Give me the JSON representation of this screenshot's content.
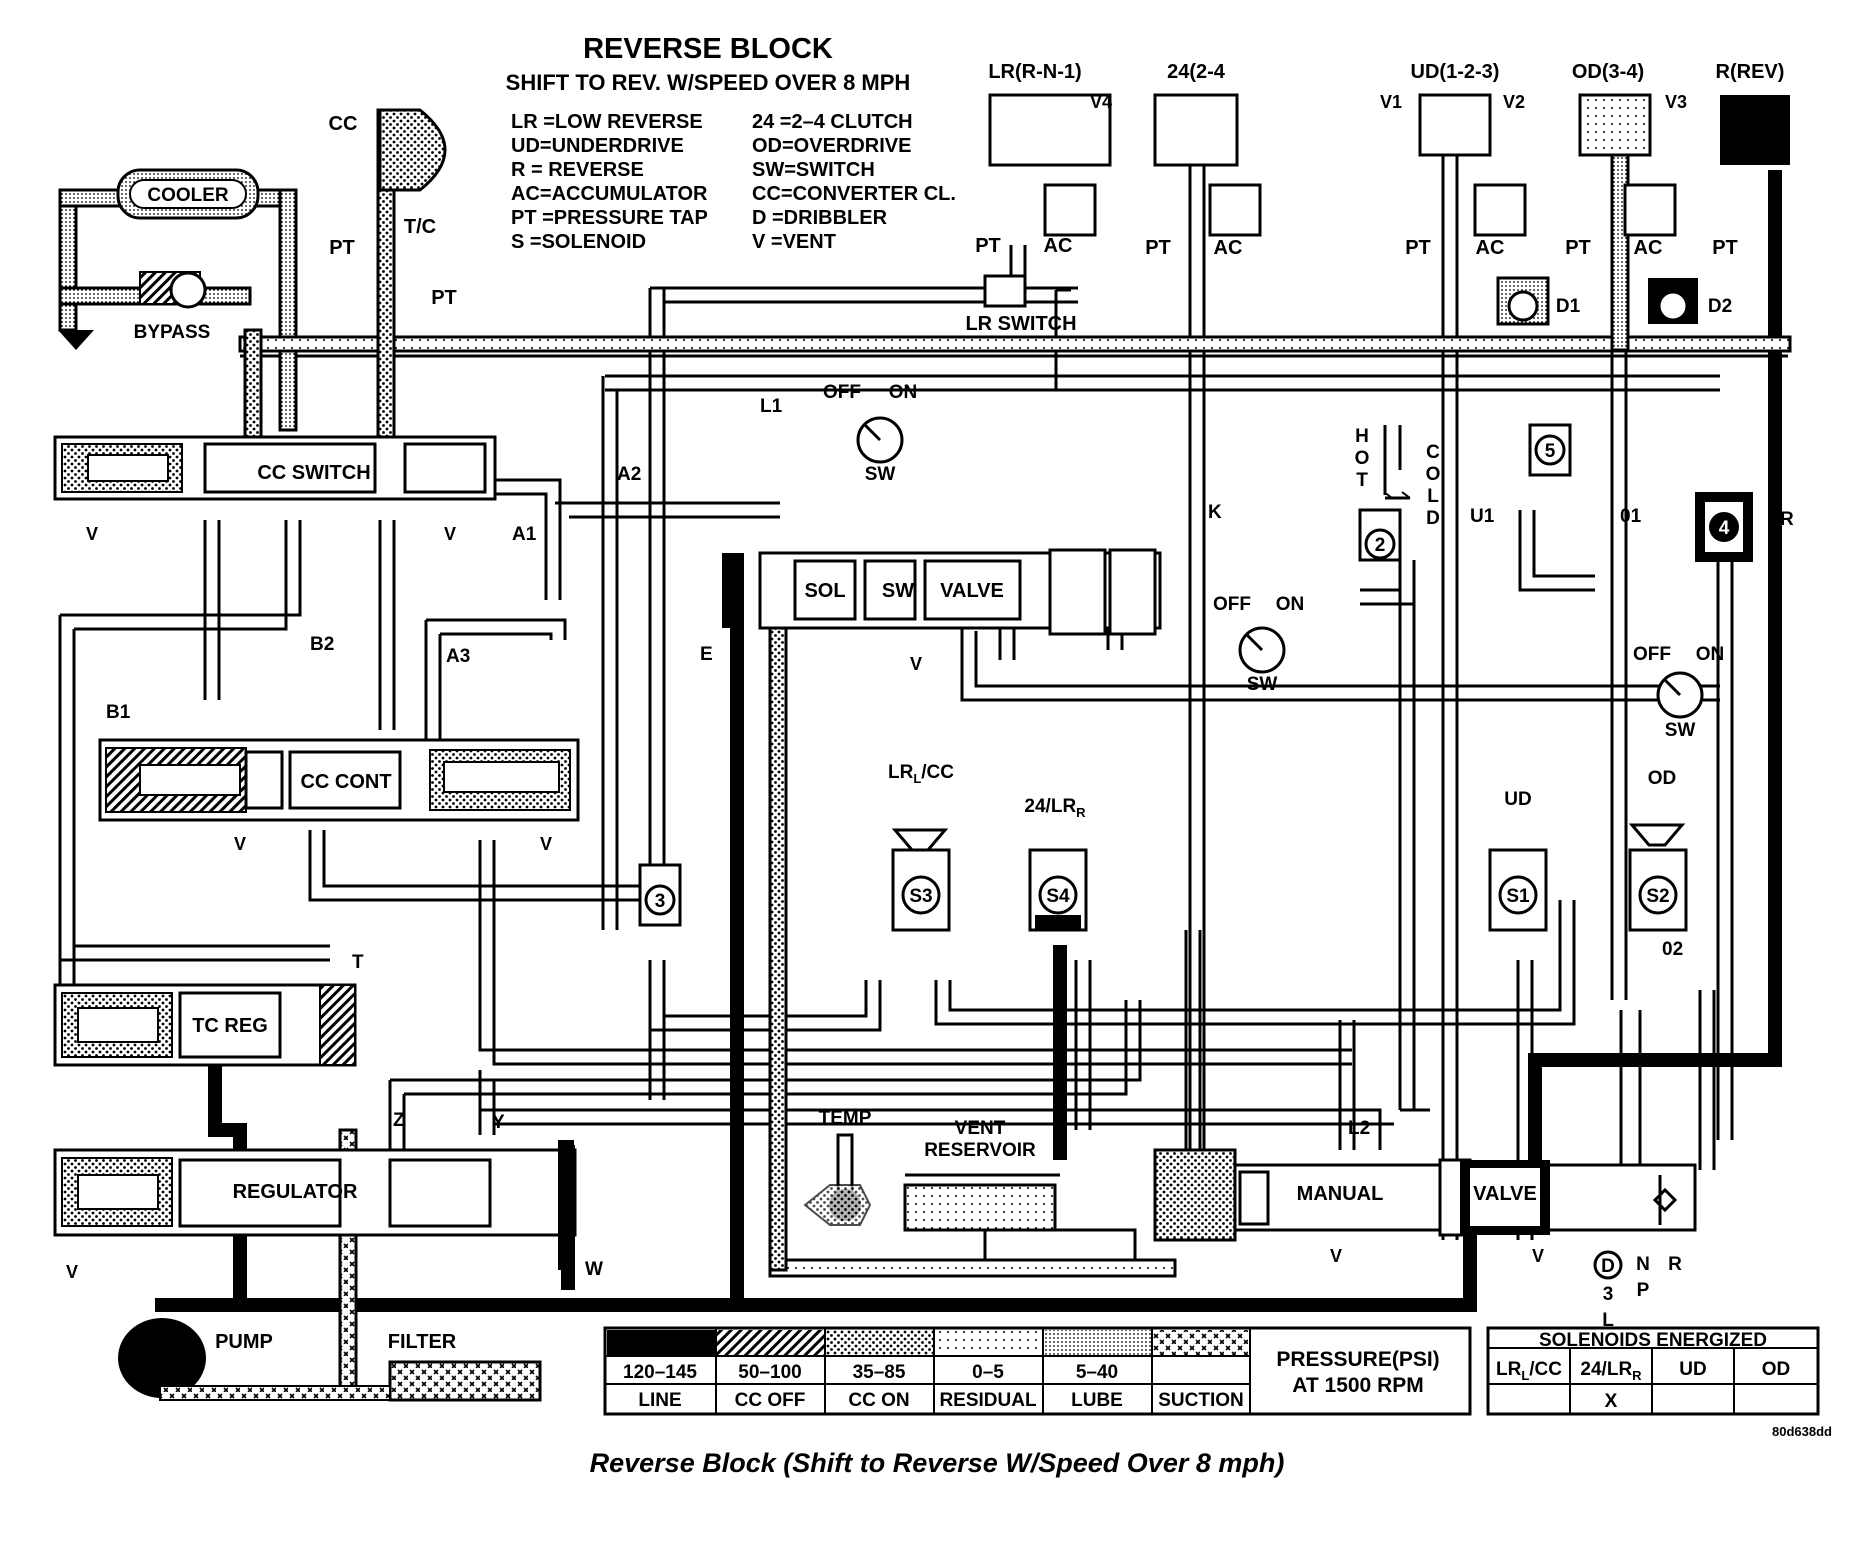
{
  "title": "REVERSE BLOCK",
  "subtitle": "SHIFT TO REV. W/SPEED OVER 8 MPH",
  "legend_abbrev_left": [
    "LR =LOW REVERSE",
    "UD=UNDERDRIVE",
    "R  = REVERSE",
    "AC=ACCUMULATOR",
    "PT =PRESSURE TAP",
    "S  =SOLENOID"
  ],
  "legend_abbrev_right": [
    "24  =2–4 CLUTCH",
    "OD=OVERDRIVE",
    "SW=SWITCH",
    "CC=CONVERTER CL.",
    "D  =DRIBBLER",
    "V  =VENT"
  ],
  "clutch_labels": {
    "lr": "LR(R-N-1)",
    "c24": "24(2-4",
    "ud": "UD(1-2-3)",
    "od": "OD(3-4)",
    "rev": "R(REV)"
  },
  "vent_labels": {
    "v1": "V1",
    "v2": "V2",
    "v3": "V3",
    "v4": "V4",
    "v": "V"
  },
  "component_labels": {
    "cooler": "COOLER",
    "bypass": "BYPASS",
    "cc": "CC",
    "tc": "T/C",
    "pt": "PT",
    "ac": "AC",
    "cc_switch": "CC SWITCH",
    "cc_cont": "CC CONT",
    "tc_reg": "TC REG",
    "regulator": "REGULATOR",
    "pump": "PUMP",
    "filter": "FILTER",
    "lr_switch": "LR SWITCH",
    "sol": "SOL",
    "sw": "SW",
    "valve": "VALVE",
    "manual": "MANUAL",
    "temp": "TEMP",
    "vent": "VENT",
    "reservoir": "RESERVOIR",
    "off": "OFF",
    "on": "ON",
    "hot": "HOT",
    "cold": "COLD",
    "d1": "D1",
    "d2": "D2",
    "s1": "S1",
    "s2": "S2",
    "s3": "S3",
    "s4": "S4",
    "sol_ud": "UD",
    "sol_od": "OD",
    "sol_lrcc_main": "LR",
    "sol_lrcc_sub": "L",
    "sol_lrcc_tail": "/CC",
    "sol_24lr_main": "24/LR",
    "sol_24lr_sub": "R"
  },
  "passage_labels": {
    "a1": "A1",
    "a2": "A2",
    "a3": "A3",
    "b1": "B1",
    "b2": "B2",
    "e": "E",
    "k": "K",
    "l1": "L1",
    "l2": "L2",
    "u1": "U1",
    "o1": "01",
    "o2": "02",
    "r": "R",
    "t": "T",
    "w": "W",
    "y": "Y",
    "z": "Z"
  },
  "check_balls": [
    "2",
    "3",
    "4",
    "5"
  ],
  "manual_positions": [
    "D",
    "3",
    "L",
    "N",
    "P",
    "R"
  ],
  "pressure_legend": {
    "heading_line1": "PRESSURE(PSI)",
    "heading_line2": "AT 1500 RPM",
    "columns": [
      {
        "range": "120–145",
        "name": "LINE",
        "pattern": "solid"
      },
      {
        "range": "50–100",
        "name": "CC OFF",
        "pattern": "hatch"
      },
      {
        "range": "35–85",
        "name": "CC ON",
        "pattern": "dense-dots"
      },
      {
        "range": "0–5",
        "name": "RESIDUAL",
        "pattern": "sparse-dots"
      },
      {
        "range": "5–40",
        "name": "LUBE",
        "pattern": "fine-dots"
      },
      {
        "range": "",
        "name": "SUCTION",
        "pattern": "cross"
      }
    ]
  },
  "solenoids_table": {
    "title": "SOLENOIDS ENERGIZED",
    "headers": [
      {
        "main": "LR",
        "sub": "L",
        "tail": "/CC"
      },
      {
        "main": "24/LR",
        "sub": "R",
        "tail": ""
      },
      {
        "main": "UD",
        "sub": "",
        "tail": ""
      },
      {
        "main": "OD",
        "sub": "",
        "tail": ""
      }
    ],
    "row": [
      "",
      "X",
      "",
      ""
    ]
  },
  "figure_code": "80d638dd",
  "caption": "Reverse Block (Shift to Reverse W/Speed Over 8 mph)",
  "colors": {
    "ink": "#000000",
    "paper": "#ffffff"
  }
}
